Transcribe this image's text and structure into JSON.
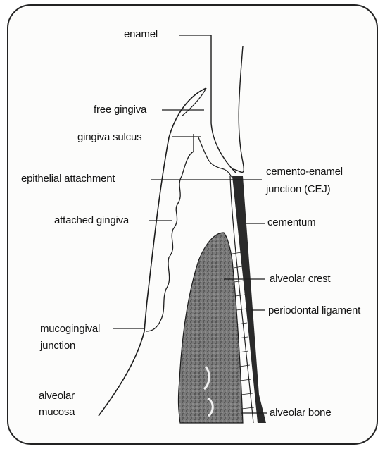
{
  "labels": {
    "enamel": "enamel",
    "free_gingiva": "free gingiva",
    "gingiva_sulcus": "gingiva sulcus",
    "epithelial_attachment": "epithelial attachment",
    "attached_gingiva": "attached gingiva",
    "mucogingival_junction_1": "mucogingival",
    "mucogingival_junction_2": "junction",
    "alveolar_mucosa_1": "alveolar",
    "alveolar_mucosa_2": "mucosa",
    "cej_1": "cemento-enamel",
    "cej_2": "junction (CEJ)",
    "cementum": "cementum",
    "alveolar_crest": "alveolar crest",
    "periodontal_ligament": "periodontal ligament",
    "alveolar_bone": "alveolar bone"
  },
  "colors": {
    "line": "#1c1c1c",
    "bone": "#6d6d6d",
    "root": "#2a2a2a"
  }
}
